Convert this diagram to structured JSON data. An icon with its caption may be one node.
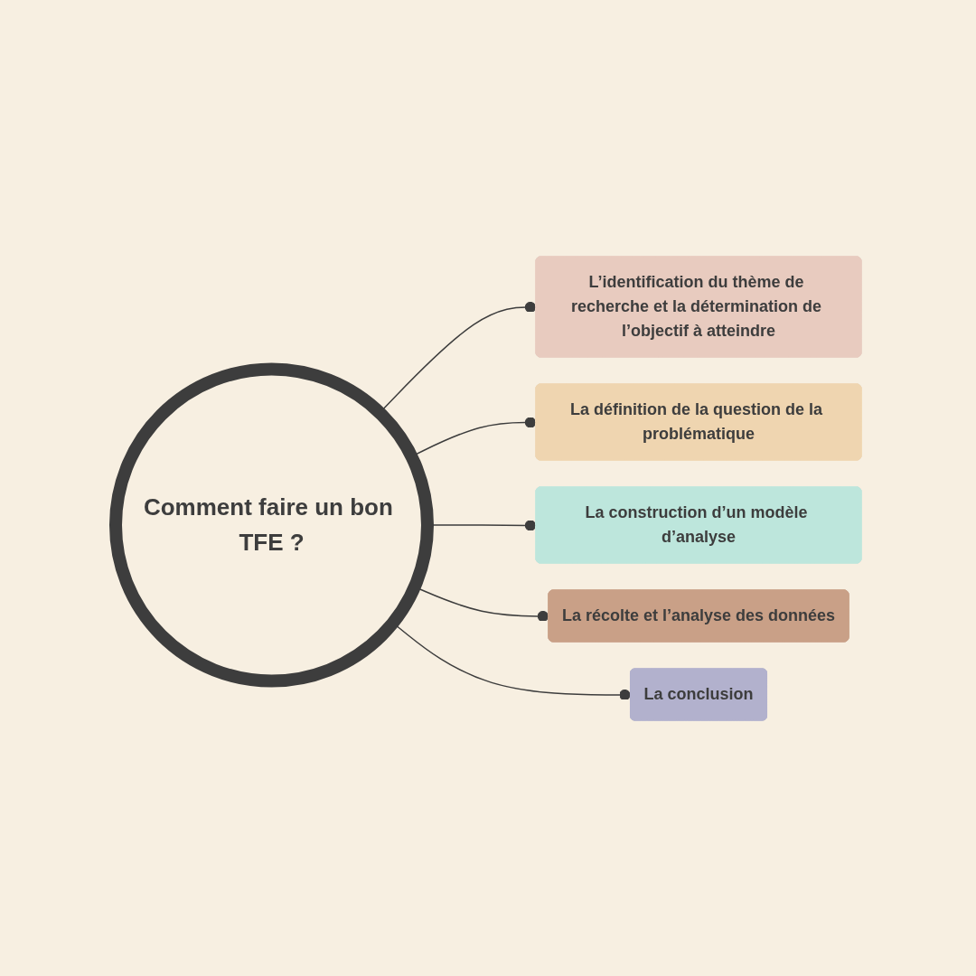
{
  "diagram": {
    "nodes": [
      {
        "text": [
          "Comment faire un bon TFE ?"
        ]
      },
      {
        "text": [
          "L’identification du thème de recherche et la détermination de l’objectif à atteindre"
        ]
      },
      {
        "text": [
          "La définition de la question de la problématique"
        ]
      },
      {
        "text": [
          "La construction d’un modèle d’analyse"
        ]
      },
      {
        "text": [
          "La récolte et l’analyse des données"
        ]
      },
      {
        "text": [
          "La conclusion"
        ]
      }
    ],
    "edges": [
      {
        "from": 0,
        "to": 1,
        "arrow": "other"
      },
      {
        "from": 0,
        "to": 2,
        "arrow": "other"
      },
      {
        "from": 0,
        "to": 3,
        "arrow": "other"
      },
      {
        "from": 0,
        "to": 4,
        "arrow": "other"
      },
      {
        "from": 0,
        "to": 5,
        "arrow": "other"
      }
    ]
  }
}
